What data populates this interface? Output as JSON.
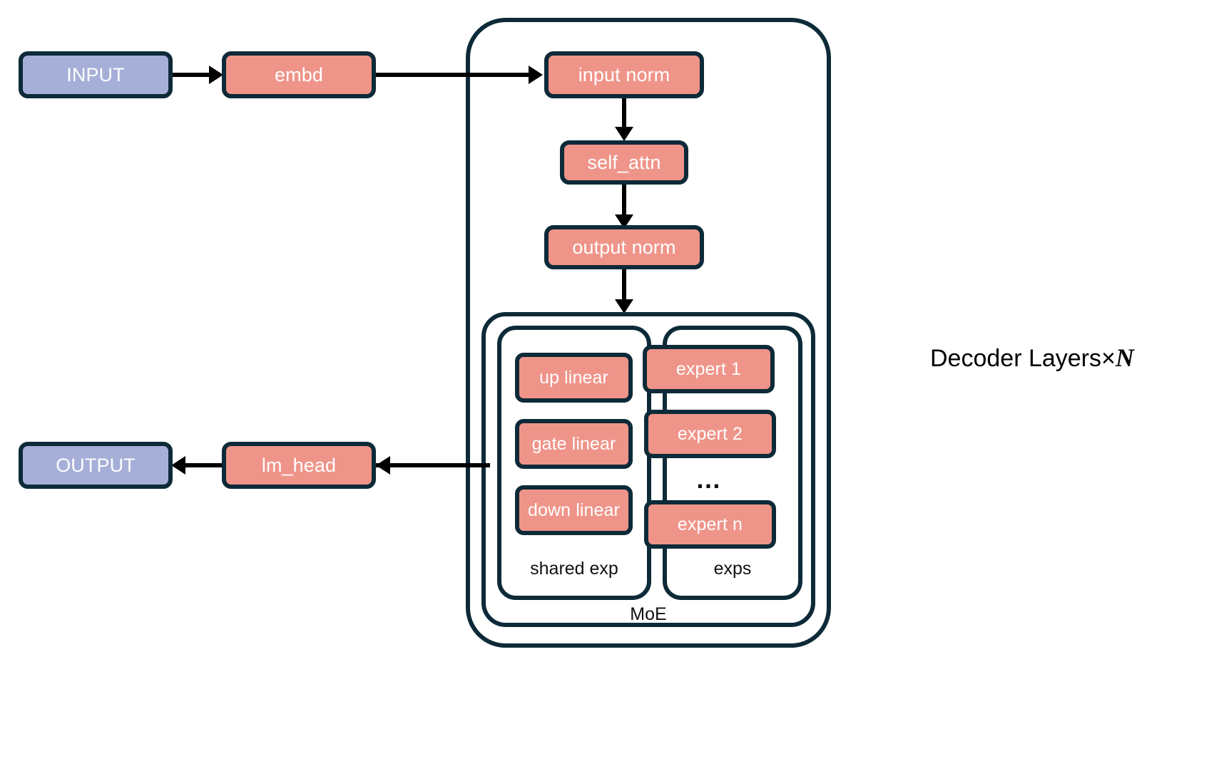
{
  "diagram": {
    "title_text": "Decoder Layers×",
    "repeat_symbol": "N",
    "colors": {
      "io_fill": "#a6afd8",
      "module_fill": "#ef9489",
      "stroke": "#0d2a38",
      "arrow": "#000000",
      "background": "#ffffff",
      "node_text": "#ffffff",
      "caption_text": "#111111"
    },
    "nodes": {
      "input": "INPUT",
      "embd": "embd",
      "input_norm": "input norm",
      "self_attn": "self_attn",
      "output_norm": "output norm",
      "up_linear": "up linear",
      "gate_linear": "gate linear",
      "down_linear": "down linear",
      "expert_1": "expert 1",
      "expert_2": "expert 2",
      "expert_ellipsis": "…",
      "expert_n": "expert n",
      "lm_head": "lm_head",
      "output": "OUTPUT"
    },
    "frames": {
      "decoder_caption": "",
      "moe_caption": "MoE",
      "shared_exp_caption": "shared exp",
      "exps_caption": "exps"
    },
    "flow": [
      "INPUT → embd",
      "embd → input norm",
      "input norm → self_attn",
      "self_attn → output norm",
      "output norm → MoE",
      "MoE → lm_head",
      "lm_head → OUTPUT"
    ]
  }
}
